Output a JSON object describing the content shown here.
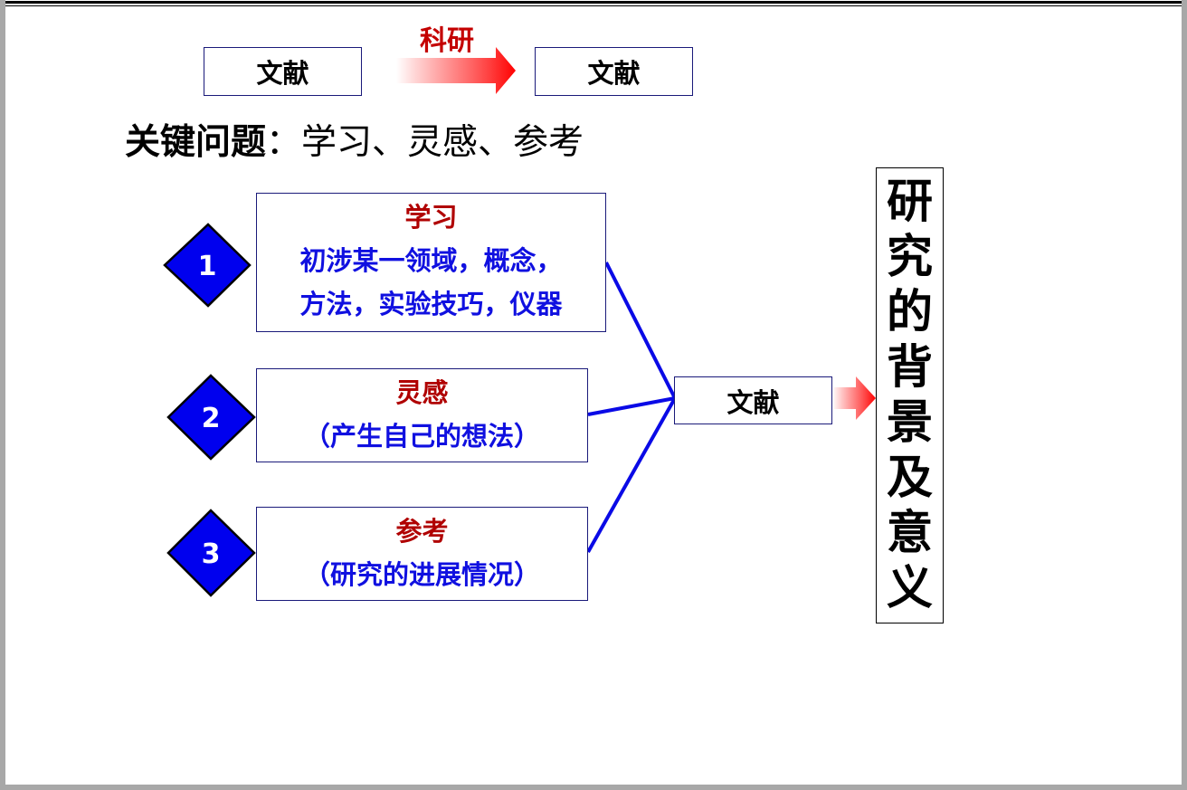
{
  "top_flow": {
    "source_label": "文献",
    "arrow_label": "科研",
    "target_label": "文献"
  },
  "key_question": {
    "label": "关键问题",
    "separator": "：",
    "text": "学习、灵感、参考"
  },
  "items": [
    {
      "number": "1",
      "title": "学习",
      "lines": [
        "初涉某一领域，概念，",
        "方法，实验技巧，仪器"
      ]
    },
    {
      "number": "2",
      "title": "灵感",
      "lines": [
        "（产生自己的想法）"
      ]
    },
    {
      "number": "3",
      "title": "参考",
      "lines": [
        "（研究的进展情况）"
      ]
    }
  ],
  "hub_label": "文献",
  "conclusion_chars": [
    "研",
    "究",
    "的",
    "背",
    "景",
    "及",
    "意",
    "义"
  ],
  "colors": {
    "diamond_fill": "#0000ee",
    "connector": "#0a0ae6",
    "title_red": "#b00000",
    "body_blue": "#1010e0",
    "arrow_red": "#ff2a2a"
  }
}
